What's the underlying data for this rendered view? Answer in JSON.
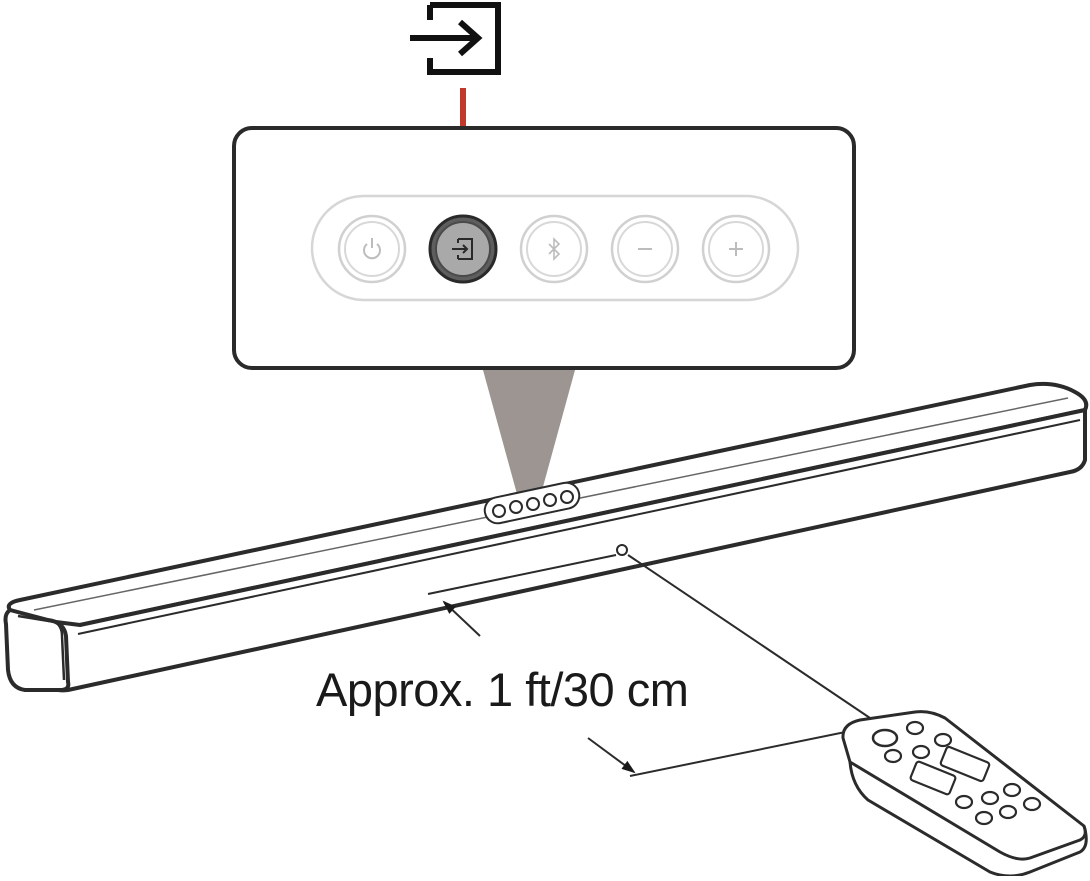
{
  "diagram": {
    "distance_label": "Approx. 1 ft/30 cm",
    "highlighted_button": "input-source",
    "highlight_color": "#c0392b",
    "panel_buttons": [
      {
        "name": "power-button",
        "icon": "power-icon",
        "glyph": "⏻",
        "active": false
      },
      {
        "name": "input-source-button",
        "icon": "input-source-icon",
        "glyph": "",
        "active": true
      },
      {
        "name": "bluetooth-button",
        "icon": "bluetooth-icon",
        "glyph": "ᛒ",
        "active": false
      },
      {
        "name": "volume-down-button",
        "icon": "minus-icon",
        "glyph": "−",
        "active": false
      },
      {
        "name": "volume-up-button",
        "icon": "plus-icon",
        "glyph": "+",
        "active": false
      }
    ]
  }
}
